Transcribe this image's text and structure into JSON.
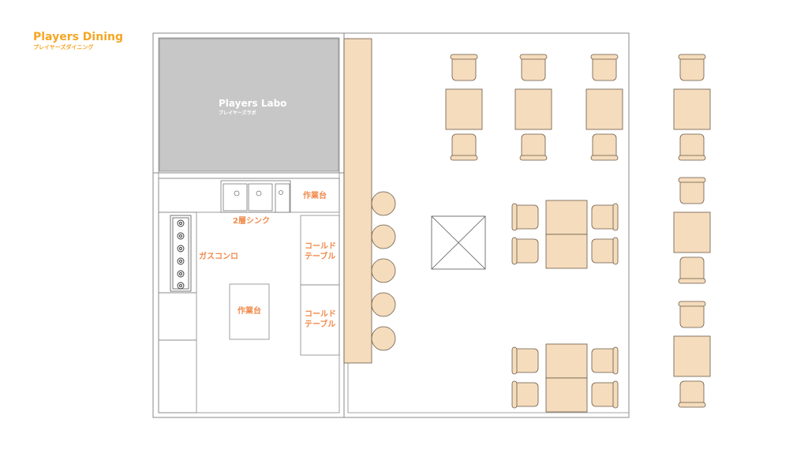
{
  "brand": {
    "title": "Players Dining",
    "subtitle": "プレイヤーズダイニング"
  },
  "labo": {
    "title": "Players Labo",
    "subtitle": "プレイヤーズラボ"
  },
  "kitchen": {
    "worktable_top": "作業台",
    "sink": "2層シンク",
    "gas_stove": "ガスコンロ",
    "worktable_center": "作業台",
    "cold_table_1": [
      "コールド",
      "テーブル"
    ],
    "cold_table_2": [
      "コールド",
      "テーブル"
    ]
  },
  "colors": {
    "brand": "#f5a623",
    "label": "#f08a4b",
    "furniture": "#f4dcbc",
    "furniture_stroke": "#6b5a48",
    "wall": "#888888",
    "labo_fill": "#c6c7c6"
  }
}
